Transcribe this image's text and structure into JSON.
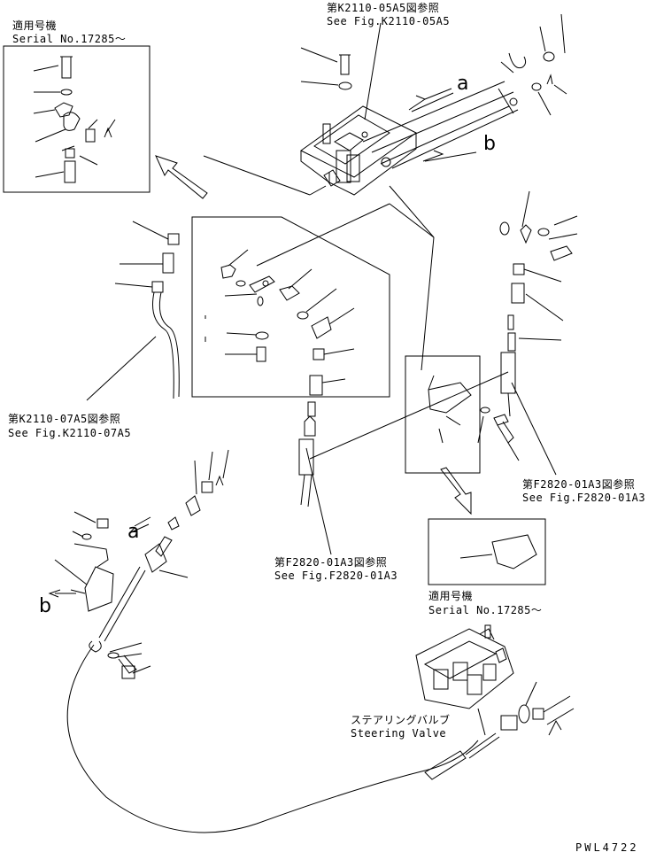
{
  "serial_top_left": {
    "jp": "適用号機",
    "en": "Serial No.17285〜"
  },
  "serial_bottom_right": {
    "jp": "適用号機",
    "en": "Serial No.17285〜"
  },
  "ref_k2110_05a5": {
    "jp": "第K2110-05A5図参照",
    "en": "See Fig.K2110-05A5"
  },
  "ref_k2110_07a5": {
    "jp": "第K2110-07A5図参照",
    "en": "See Fig.K2110-07A5"
  },
  "ref_f2820_right": {
    "jp": "第F2820-01A3図参照",
    "en": "See Fig.F2820-01A3"
  },
  "ref_f2820_center": {
    "jp": "第F2820-01A3図参照",
    "en": "See Fig.F2820-01A3"
  },
  "steering_valve": {
    "jp": "ステアリングバルブ",
    "en": "Steering Valve"
  },
  "letters": {
    "a1": "a",
    "b1": "b",
    "a2": "a",
    "b2": "b"
  },
  "drawing_code": "PWL4722"
}
